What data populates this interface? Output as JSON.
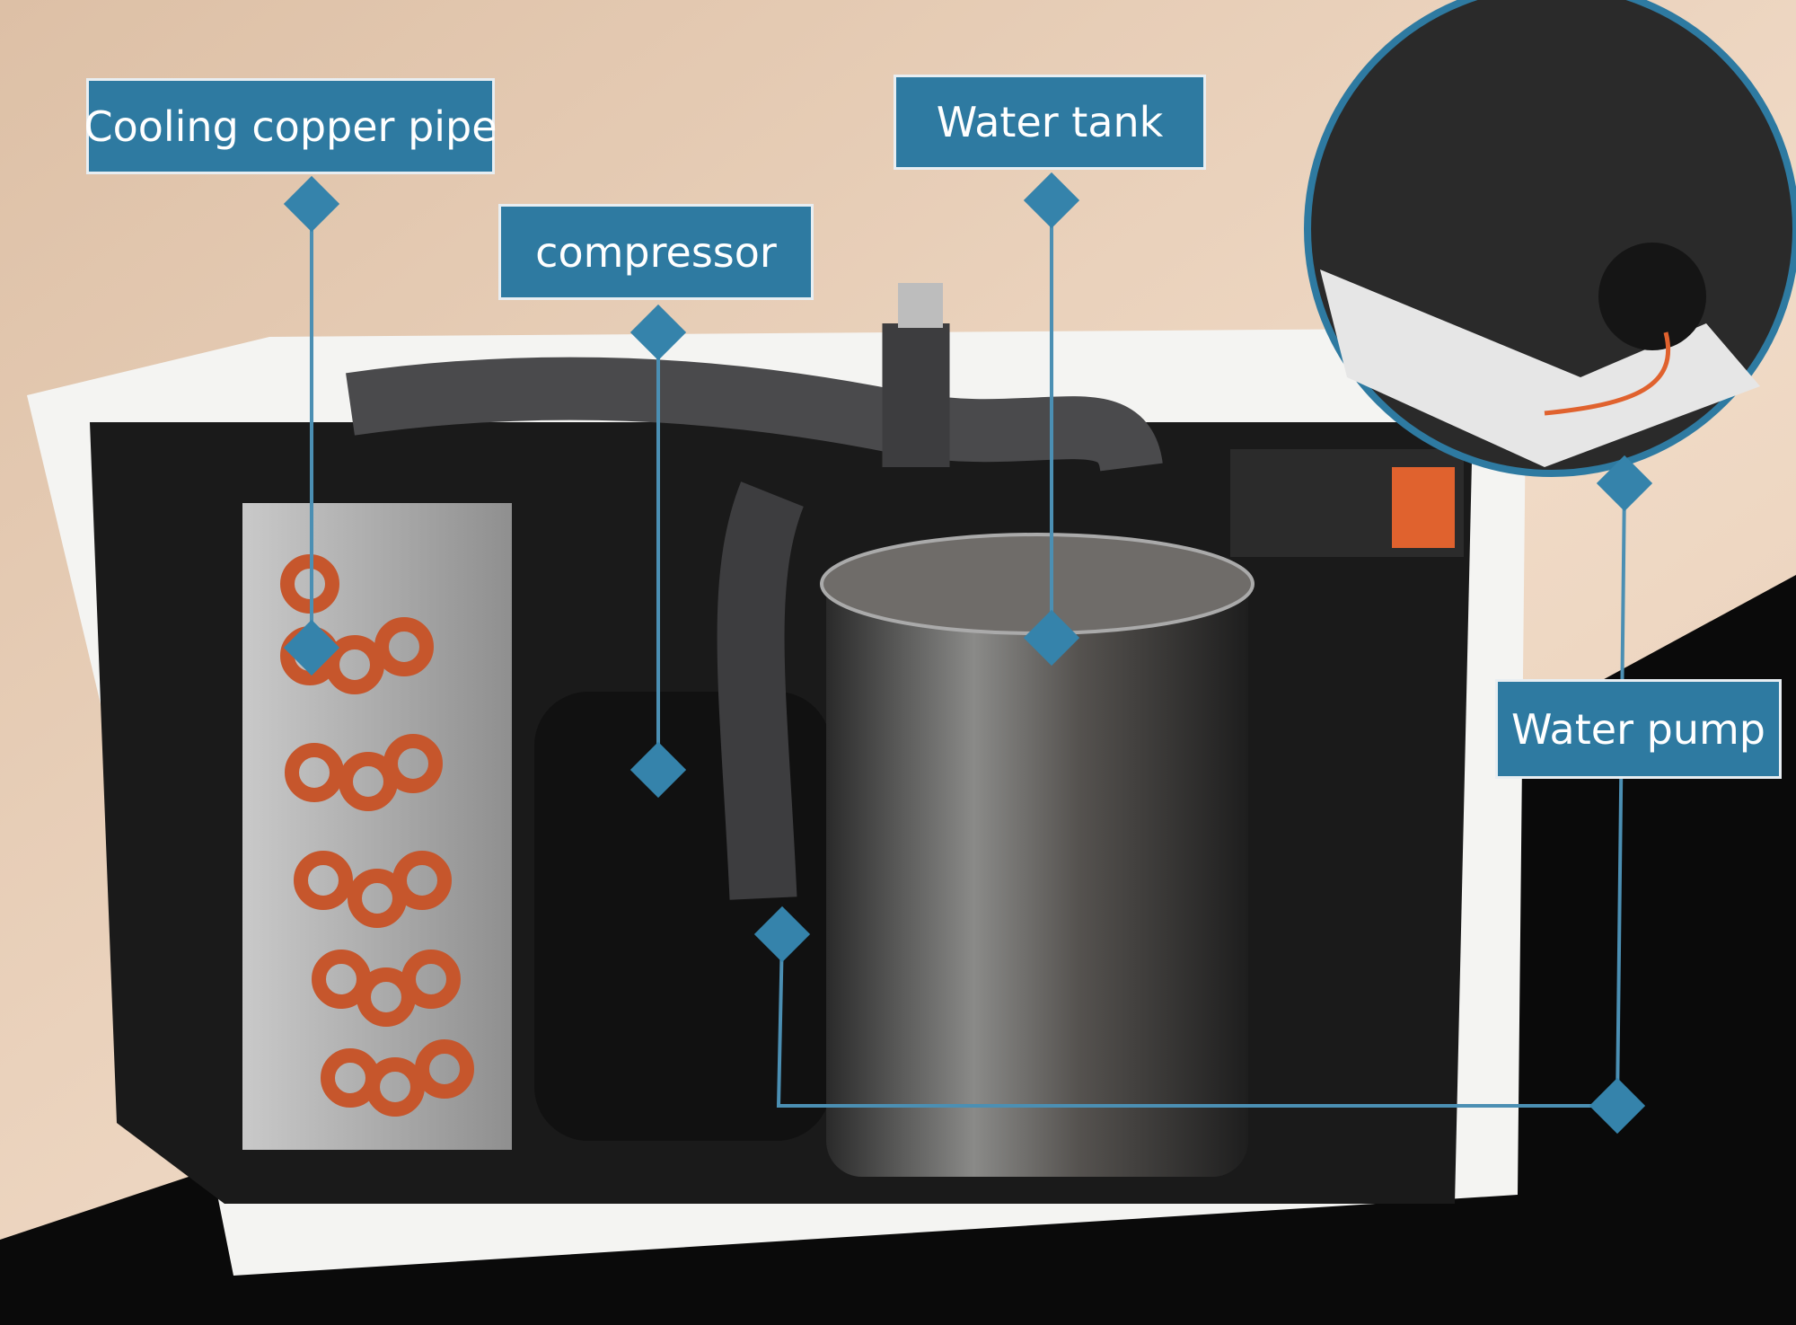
{
  "labels": {
    "cooling_copper_pipe": "Cooling copper pipe",
    "compressor": "compressor",
    "water_tank": "Water tank",
    "water_pump": "Water pump"
  },
  "colors": {
    "label_bg": "#2e7aa1",
    "background": "#e9cfb6",
    "dark": "#0b0b0b"
  }
}
